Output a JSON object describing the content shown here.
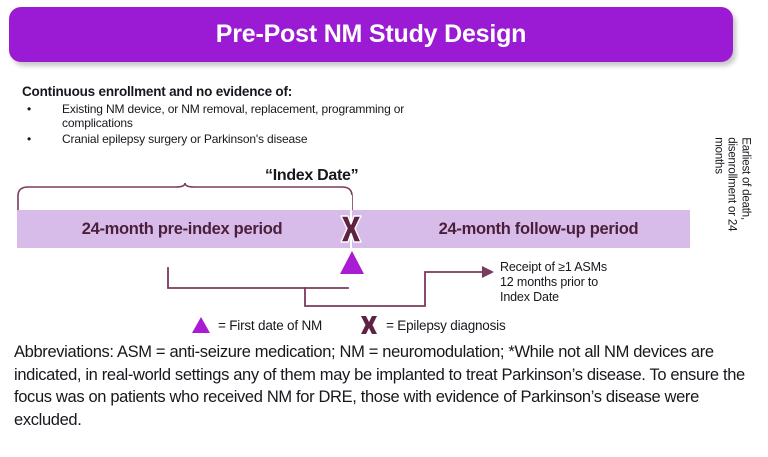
{
  "title": {
    "text": "Pre-Post NM Study Design",
    "bar_color": "#9B1BD4",
    "text_color": "#FFFFFF"
  },
  "criteria": {
    "heading": "Continuous enrollment and no evidence of:",
    "bullet_char": "•",
    "items": [
      "Existing NM device, or NM removal, replacement, programming or complications",
      "Cranial epilepsy surgery or Parkinson's disease"
    ]
  },
  "timeline": {
    "index_date_label": "“Index Date”",
    "bar_color": "#D7BCE9",
    "label_color": "#4A1F3C",
    "pre_period_label": "24-month pre-index period",
    "post_period_label": "24-month follow-up period",
    "x_marker_color": "#5E2343",
    "triangle_color": "#AA1BD4",
    "connector_color": "#7A3B5C"
  },
  "asm_note": {
    "line1": "Receipt of ≥1 ASMs",
    "line2": "12 months prior to",
    "line3": "Index Date"
  },
  "legend": {
    "items": [
      {
        "glyph": "triangle",
        "label": "= First date of NM"
      },
      {
        "glyph": "x-mark",
        "label": "= Epilepsy diagnosis"
      }
    ]
  },
  "right_label": {
    "line1": "Earliest of death,",
    "line2": "disenrollment or 24",
    "line3": "months"
  },
  "footnote": {
    "text": "Abbreviations: ASM = anti-seizure medication; NM = neuromodulation; *While not all NM devices are indicated, in real-world settings any of them may be implanted to treat Parkinson’s disease. To ensure the focus was on patients who received NM for DRE, those with evidence of Parkinson’s disease were excluded."
  }
}
